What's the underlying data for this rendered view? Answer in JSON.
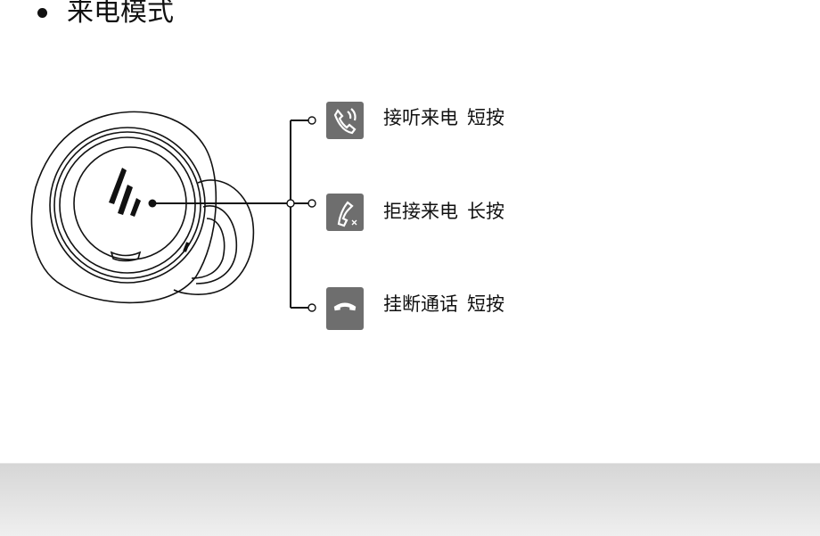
{
  "title": "来电模式",
  "actions": [
    {
      "icon": "phone-ringing-icon",
      "action": "接听来电",
      "press": "短按"
    },
    {
      "icon": "phone-reject-icon",
      "action": "拒接来电",
      "press": "长按"
    },
    {
      "icon": "phone-hangup-icon",
      "action": "挂断通话",
      "press": "短按"
    }
  ]
}
